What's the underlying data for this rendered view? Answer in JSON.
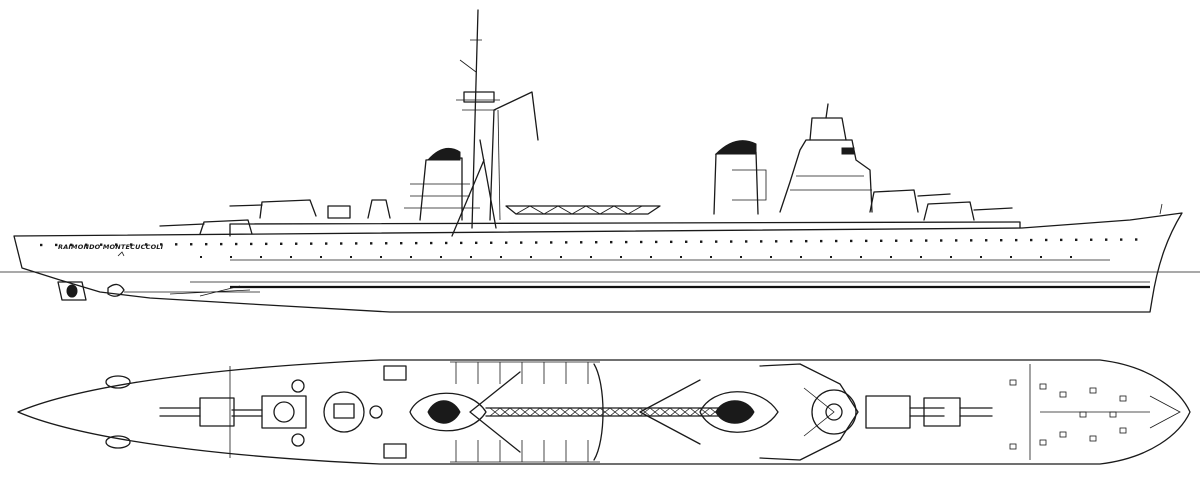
{
  "drawing": {
    "hull_name": "RAIMONDO MONTECUCCOLI",
    "views": [
      "side-profile",
      "plan-view"
    ],
    "ink_color": "#1a1a1a",
    "paper_color": "#ffffff"
  }
}
